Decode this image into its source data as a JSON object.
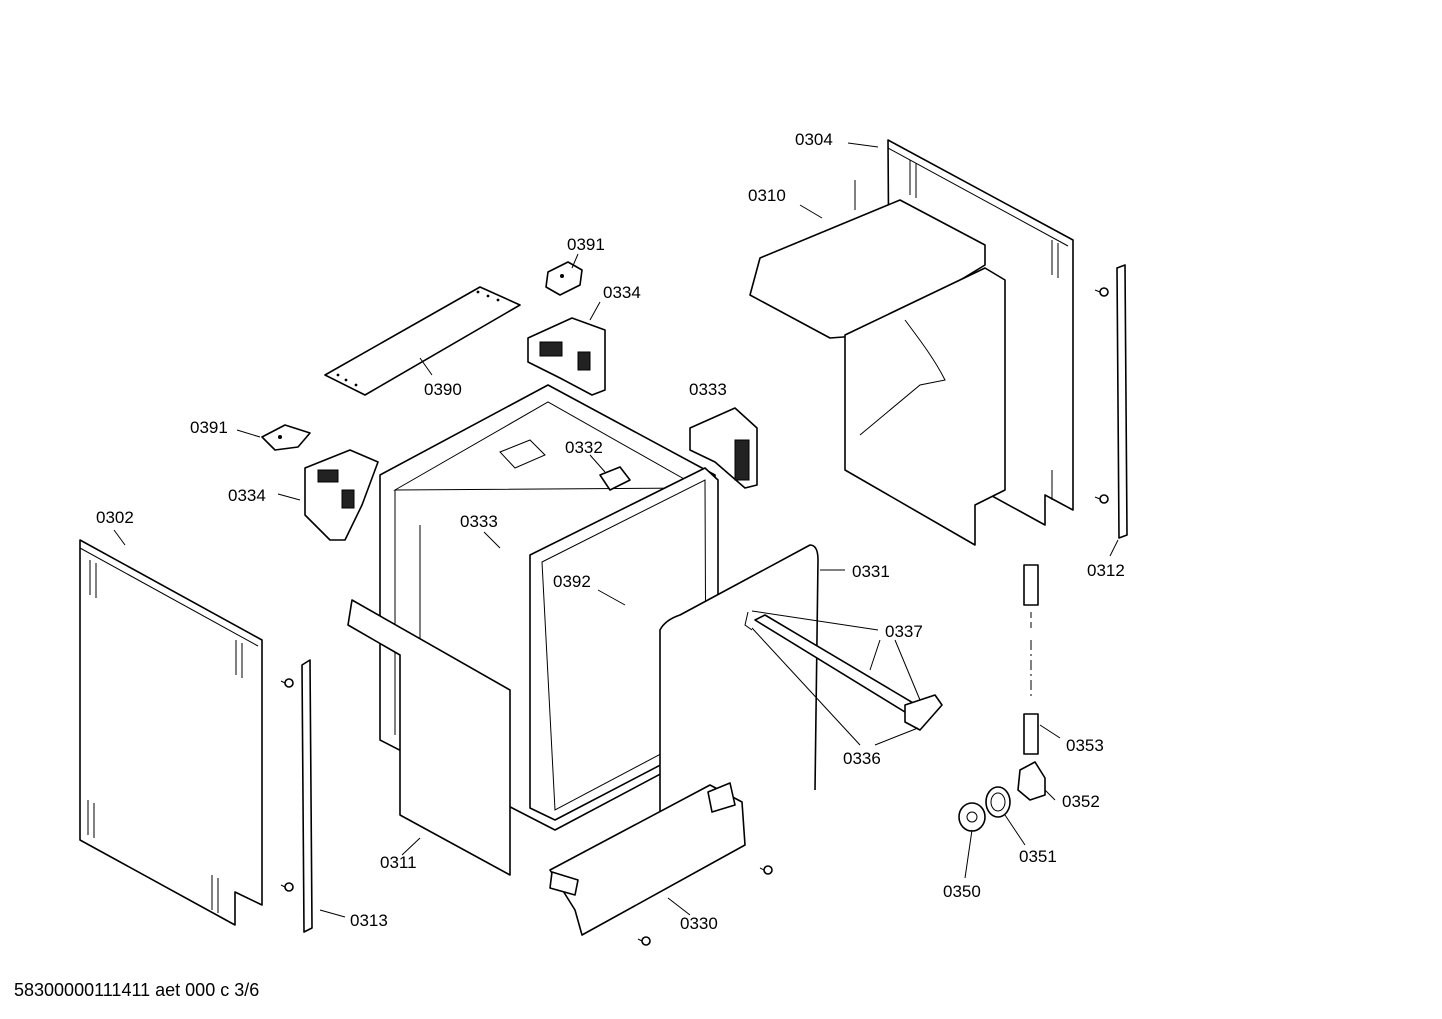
{
  "footer": {
    "document_code": "58300000111411 aet 000 c 3/6"
  },
  "labels": {
    "p0304": "0304",
    "p0310": "0310",
    "p0391a": "0391",
    "p0334a": "0334",
    "p0390": "0390",
    "p0333a": "0333",
    "p0391b": "0391",
    "p0332": "0332",
    "p0334b": "0334",
    "p0302": "0302",
    "p0333b": "0333",
    "p0331": "0331",
    "p0312": "0312",
    "p0392": "0392",
    "p0337": "0337",
    "p0353": "0353",
    "p0336": "0336",
    "p0352": "0352",
    "p0311": "0311",
    "p0351": "0351",
    "p0350": "0350",
    "p0313": "0313",
    "p0330": "0330"
  }
}
